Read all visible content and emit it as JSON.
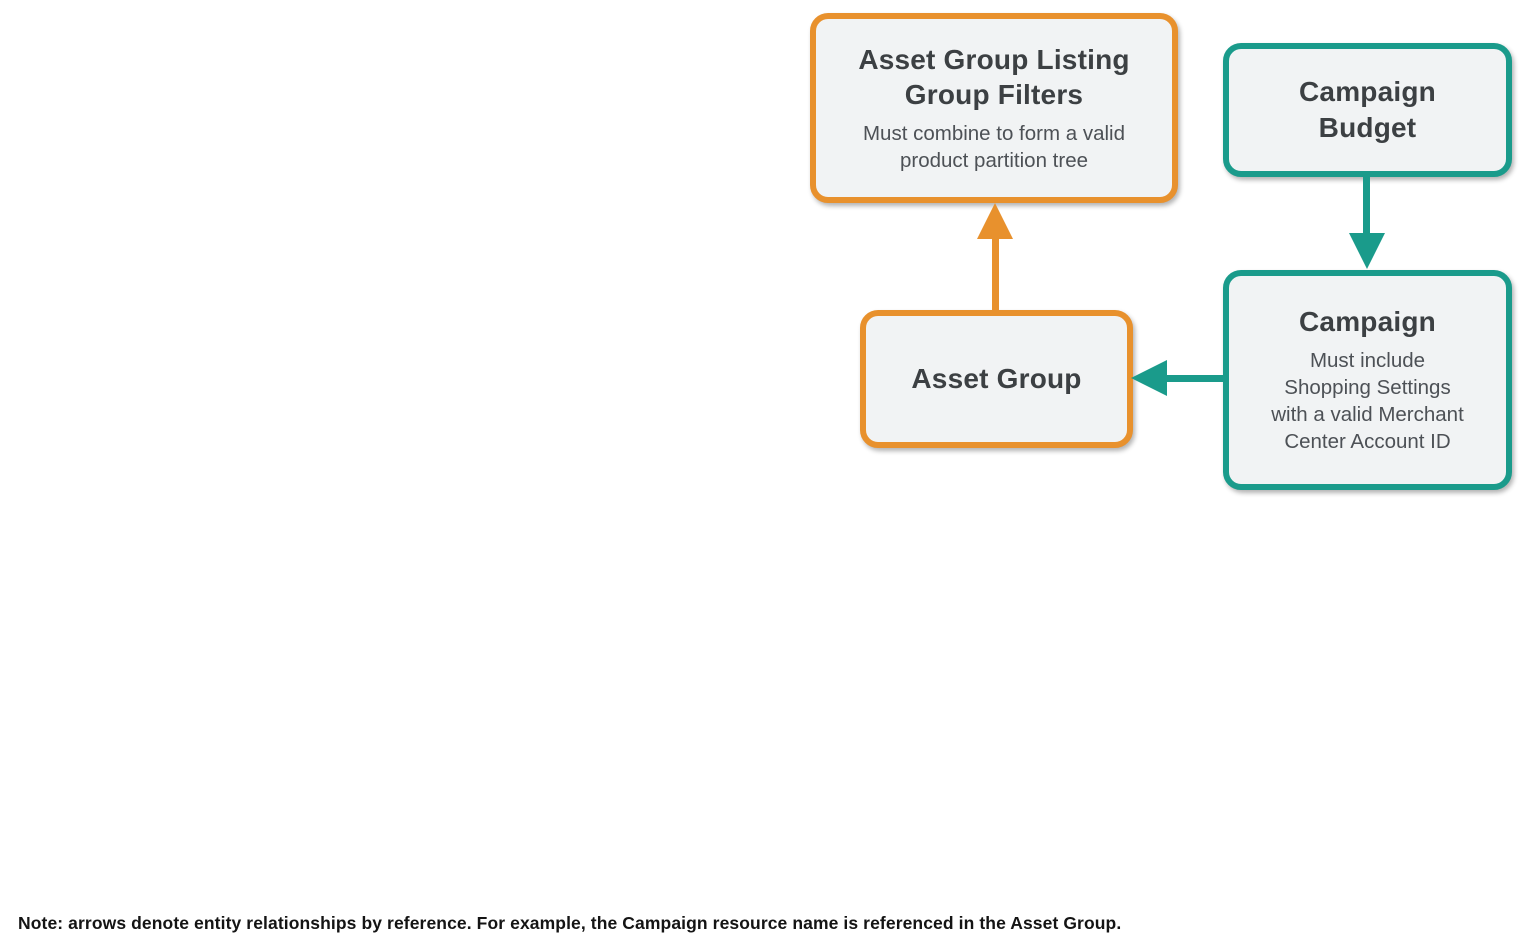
{
  "colors": {
    "orange": "#E8912D",
    "teal": "#1A9B8B",
    "box_fill": "#F1F3F4",
    "title_text": "#3C4043",
    "subtitle_text": "#4D5156",
    "note_text": "#141414"
  },
  "nodes": {
    "aglgf": {
      "title": "Asset Group Listing Group Filters",
      "title_lines": [
        "Asset Group Listing",
        "Group Filters"
      ],
      "subtitle": "Must combine to form a valid product partition tree",
      "subtitle_lines": [
        "Must combine to form a valid",
        "product partition tree"
      ]
    },
    "campaign_budget": {
      "title": "Campaign Budget",
      "title_lines": [
        "Campaign",
        "Budget"
      ]
    },
    "asset_group": {
      "title": "Asset Group"
    },
    "campaign": {
      "title": "Campaign",
      "subtitle": "Must include Shopping Settings with a valid Merchant Center Account ID",
      "subtitle_lines": [
        "Must include",
        "Shopping Settings",
        "with a valid Merchant",
        "Center Account ID"
      ]
    }
  },
  "edges": [
    {
      "from": "Asset Group",
      "to": "Asset Group Listing Group Filters",
      "color": "orange",
      "direction": "up"
    },
    {
      "from": "Campaign Budget",
      "to": "Campaign",
      "color": "teal",
      "direction": "down"
    },
    {
      "from": "Campaign",
      "to": "Asset Group",
      "color": "teal",
      "direction": "left"
    }
  ],
  "note": {
    "text": "Note: arrows denote entity relationships by reference. For example, the Campaign resource name is referenced in the Asset Group."
  }
}
